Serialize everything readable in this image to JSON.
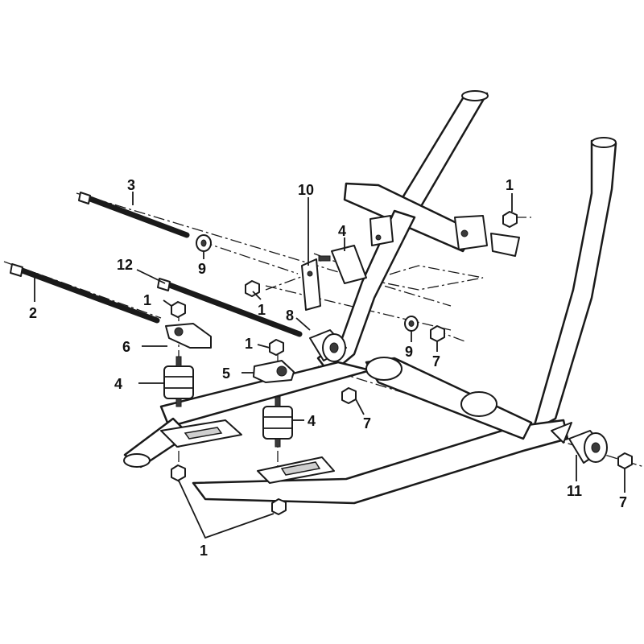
{
  "diagram": {
    "callouts": [
      {
        "id": "c1a",
        "text": "1"
      },
      {
        "id": "c1b",
        "text": "1"
      },
      {
        "id": "c1c",
        "text": "1"
      },
      {
        "id": "c1d",
        "text": "1"
      },
      {
        "id": "c1e",
        "text": "1"
      },
      {
        "id": "c2",
        "text": "2"
      },
      {
        "id": "c3",
        "text": "3"
      },
      {
        "id": "c4a",
        "text": "4"
      },
      {
        "id": "c4b",
        "text": "4"
      },
      {
        "id": "c4c",
        "text": "4"
      },
      {
        "id": "c5",
        "text": "5"
      },
      {
        "id": "c6",
        "text": "6"
      },
      {
        "id": "c7a",
        "text": "7"
      },
      {
        "id": "c7b",
        "text": "7"
      },
      {
        "id": "c7c",
        "text": "7"
      },
      {
        "id": "c8",
        "text": "8"
      },
      {
        "id": "c9a",
        "text": "9"
      },
      {
        "id": "c9b",
        "text": "9"
      },
      {
        "id": "c10",
        "text": "10"
      },
      {
        "id": "c11",
        "text": "11"
      },
      {
        "id": "c12",
        "text": "12"
      }
    ]
  }
}
